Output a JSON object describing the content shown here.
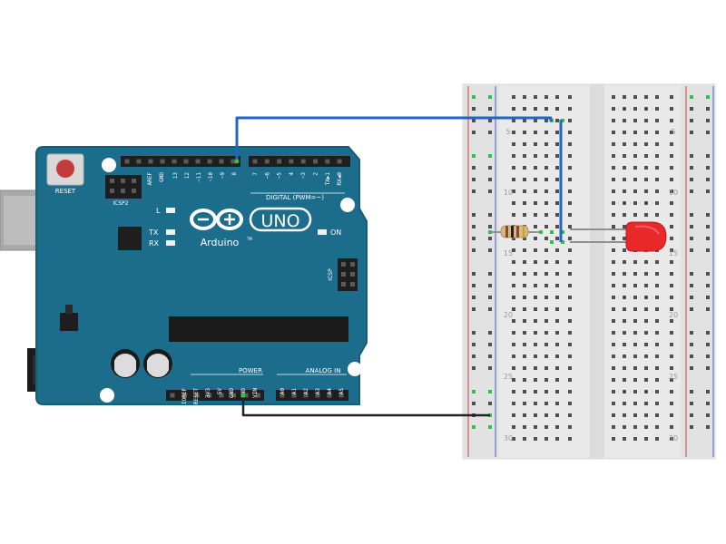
{
  "arduino": {
    "reset_label": "RESET",
    "icsp2_label": "ICSP2",
    "icsp_label": "ICSP",
    "aref_label": "AREF",
    "gnd_label": "GND",
    "digital_pins": [
      "13",
      "12",
      "~11",
      "~10",
      "~9",
      "8",
      "7",
      "~6",
      "~5",
      "4",
      "~3",
      "2",
      "TX▶1",
      "RX◀0"
    ],
    "digital_label": "DIGITAL (PWM=~)",
    "l_label": "L",
    "tx_label": "TX",
    "rx_label": "RX",
    "on_label": "ON",
    "brand_label": "Arduino",
    "tm_label": "TM",
    "uno_label": "UNO",
    "power_pins": [
      "IOREF",
      "RESET",
      "3V3",
      "5V",
      "GND",
      "GND",
      "VIN"
    ],
    "power_label": "POWER",
    "analog_pins": [
      "A0",
      "A1",
      "A2",
      "A3",
      "A4",
      "A5"
    ],
    "analog_label": "ANALOG IN"
  },
  "breadboard": {
    "row_numbers": [
      "5",
      "10",
      "15",
      "20",
      "25",
      "30"
    ]
  },
  "colors": {
    "board": "#1c6c8c",
    "board_edge": "#155d79",
    "wire_signal": "#2166c6",
    "wire_ground": "#222222",
    "led": "#e8282b",
    "breadboard": "#e9e9e9",
    "rail_red": "#d04040",
    "rail_blue": "#4060c8",
    "highlight": "#2ec44a"
  }
}
